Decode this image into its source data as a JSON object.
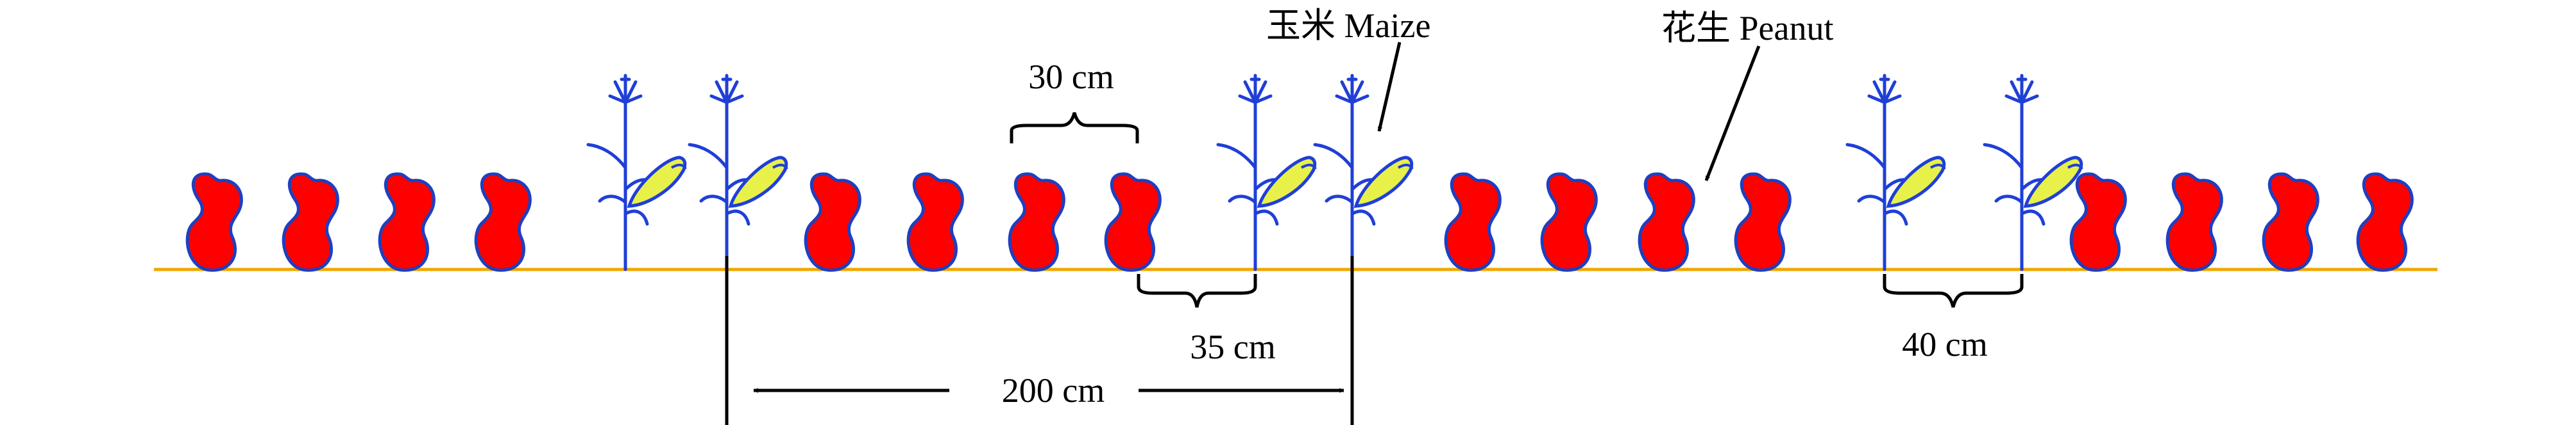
{
  "labels": {
    "maize": "玉米 Maize",
    "peanut": "花生 Peanut",
    "peanut_spacing": "30 cm",
    "maize_peanut_spacing": "35 cm",
    "strip_width": "200 cm",
    "maize_spacing": "40 cm"
  },
  "layout_pattern": [
    "peanut",
    "peanut",
    "peanut",
    "peanut",
    "maize",
    "maize",
    "peanut",
    "peanut",
    "peanut",
    "peanut",
    "maize",
    "maize",
    "peanut",
    "peanut",
    "peanut",
    "peanut",
    "maize",
    "maize",
    "peanut",
    "peanut",
    "peanut",
    "peanut"
  ],
  "icons": {
    "peanut": "peanut-plant-icon",
    "maize": "maize-plant-icon",
    "arrow": "arrow-icon",
    "brace": "brace-icon"
  },
  "colors": {
    "peanut_fill": "#ff0000",
    "peanut_outline": "#1f3fbf",
    "maize": "#1f3fd6",
    "maize_ear": "#e8f04a",
    "ground": "#f0a800",
    "annotation": "#000000"
  }
}
